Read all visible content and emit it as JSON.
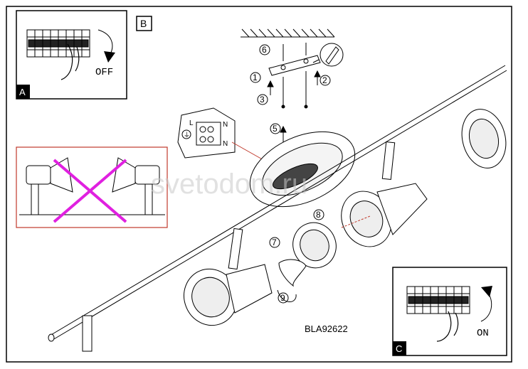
{
  "panels": {
    "a": {
      "letter": "A",
      "switch_text": "OFF"
    },
    "b": {
      "letter": "B"
    },
    "c": {
      "letter": "C",
      "switch_text": "ON"
    }
  },
  "steps": [
    "1",
    "2",
    "3",
    "5",
    "6",
    "7",
    "8",
    "9"
  ],
  "wiring": {
    "top": "L",
    "n_top": "N",
    "n_bottom": "N"
  },
  "watermark": "svetodom.ru",
  "model_code": "BLA92622",
  "colors": {
    "cross": "#e020e0",
    "box_border": "#000000",
    "red_callout": "#c0392b"
  }
}
